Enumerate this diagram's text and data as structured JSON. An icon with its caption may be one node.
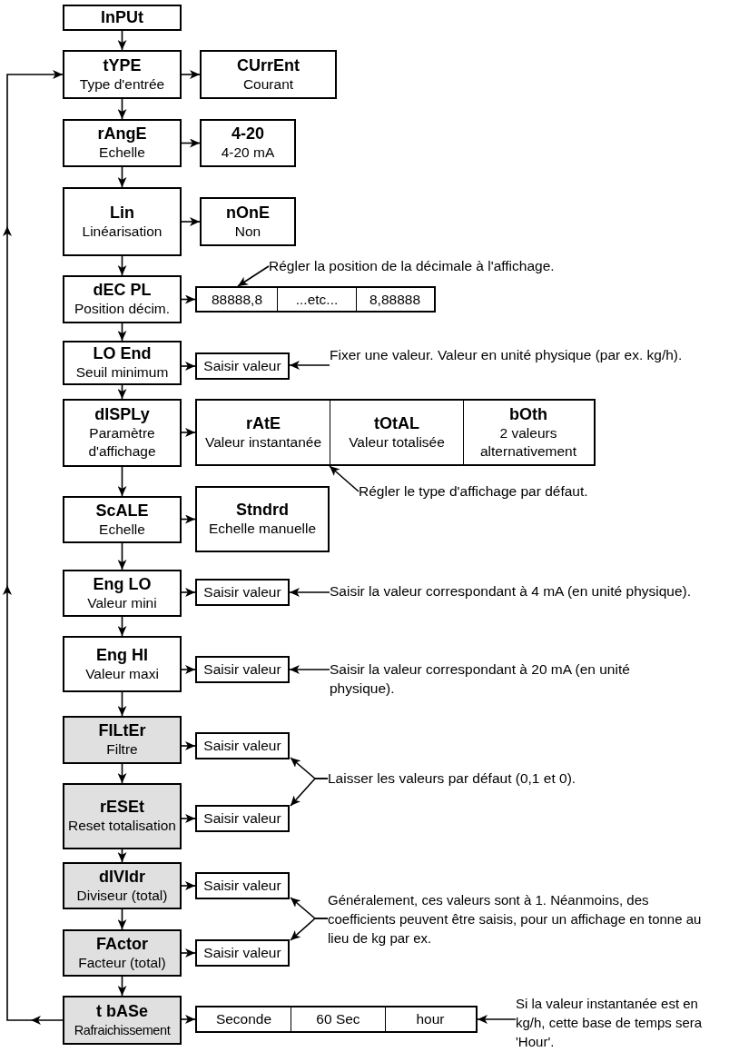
{
  "diagram": {
    "nodes": [
      {
        "text": [
          "InPUt"
        ]
      },
      {
        "text": [
          "tYPE",
          "Type d'entrée"
        ]
      },
      {
        "text": [
          "CUrrEnt",
          "Courant"
        ]
      },
      {
        "text": [
          "rAngE",
          "Echelle"
        ]
      },
      {
        "text": [
          "4-20",
          "4-20 mA"
        ]
      },
      {
        "text": [
          "Lin",
          "Linéarisation"
        ]
      },
      {
        "text": [
          "nOnE",
          "Non"
        ]
      },
      {
        "text": [
          "dEC PL",
          "Position décim."
        ]
      },
      {
        "text": [],
        "shape": "box"
      },
      {
        "text": [
          "88888,8"
        ],
        "in": 8
      },
      {
        "text": [
          "...etc..."
        ],
        "in": 8
      },
      {
        "text": [
          "8,88888"
        ],
        "in": 8
      },
      {
        "text": [
          "Régler la position de la décimale à l'affichage."
        ]
      },
      {
        "text": [
          "LO End",
          "Seuil minimum"
        ]
      },
      {
        "text": [
          "Saisir valeur"
        ]
      },
      {
        "text": [
          "Fixer une valeur. Valeur en unité physique (par ex. kg/h)."
        ]
      },
      {
        "text": [
          "dISPLy",
          "Paramètre d'affichage"
        ]
      },
      {
        "text": [],
        "shape": "box"
      },
      {
        "text": [
          "rAtE",
          "Valeur instantanée"
        ],
        "in": 17
      },
      {
        "text": [
          "tOtAL",
          "Valeur totalisée"
        ],
        "in": 17
      },
      {
        "text": [
          "bOth",
          "2 valeurs alternativement"
        ],
        "in": 17
      },
      {
        "text": [
          "Régler le type d'affichage par défaut."
        ]
      },
      {
        "text": [
          "ScALE",
          "Echelle"
        ]
      },
      {
        "text": [
          "Stndrd",
          "Echelle manuelle"
        ]
      },
      {
        "text": [
          "Eng LO",
          "Valeur mini"
        ]
      },
      {
        "text": [
          "Saisir valeur"
        ]
      },
      {
        "text": [
          "Saisir la valeur correspondant à 4 mA (en unité physique)."
        ]
      },
      {
        "text": [
          "Eng HI",
          "Valeur maxi"
        ]
      },
      {
        "text": [
          "Saisir valeur"
        ]
      },
      {
        "text": [
          "Saisir la valeur correspondant à 20 mA (en unité physique)."
        ]
      },
      {
        "text": [
          "FILtEr",
          "Filtre"
        ]
      },
      {
        "text": [
          "Saisir valeur"
        ]
      },
      {
        "text": [
          "Laisser les valeurs par défaut (0,1 et 0)."
        ]
      },
      {
        "text": [
          "rESEt",
          "Reset totalisation"
        ]
      },
      {
        "text": [
          "Saisir valeur"
        ]
      },
      {
        "text": [
          "dIVIdr",
          "Diviseur (total)"
        ]
      },
      {
        "text": [
          "Saisir valeur"
        ]
      },
      {
        "text": [
          "Généralement, ces valeurs sont à 1. Néanmoins, des coefficients peuvent être saisis, pour un affichage en tonne au lieu de kg par ex."
        ]
      },
      {
        "text": [
          "FActor",
          "Facteur (total)"
        ]
      },
      {
        "text": [
          "Saisir valeur"
        ]
      },
      {
        "text": [
          "t bASe",
          "Rafraichissement"
        ]
      },
      {
        "text": [],
        "shape": "box"
      },
      {
        "text": [
          "Seconde"
        ],
        "in": 41
      },
      {
        "text": [
          "60 Sec"
        ],
        "in": 41
      },
      {
        "text": [
          "hour"
        ],
        "in": 41
      },
      {
        "text": [
          "Si la valeur instantanée est en kg/h, cette base de temps sera 'Hour'."
        ]
      }
    ],
    "edges": [
      {
        "from": 0,
        "to": 1,
        "arrow": "to"
      },
      {
        "from": 1,
        "to": 2,
        "arrow": "to"
      },
      {
        "from": 1,
        "to": 3,
        "arrow": "to"
      },
      {
        "from": 3,
        "to": 4,
        "arrow": "to"
      },
      {
        "from": 3,
        "to": 5,
        "arrow": "to"
      },
      {
        "from": 5,
        "to": 6,
        "arrow": "to"
      },
      {
        "from": 5,
        "to": 7,
        "arrow": "to"
      },
      {
        "from": 7,
        "to": 8,
        "arrow": "to"
      },
      {
        "from": 12,
        "to": 8,
        "arrow": "to"
      },
      {
        "from": 7,
        "to": 13,
        "arrow": "to"
      },
      {
        "from": 13,
        "to": 14,
        "arrow": "to"
      },
      {
        "from": 15,
        "to": 14,
        "arrow": "to"
      },
      {
        "from": 13,
        "to": 16,
        "arrow": "to"
      },
      {
        "from": 16,
        "to": 17,
        "arrow": "to"
      },
      {
        "from": 21,
        "to": 17,
        "arrow": "to"
      },
      {
        "from": 16,
        "to": 22,
        "arrow": "to"
      },
      {
        "from": 22,
        "to": 23,
        "arrow": "to"
      },
      {
        "from": 22,
        "to": 24,
        "arrow": "to"
      },
      {
        "from": 24,
        "to": 25,
        "arrow": "to"
      },
      {
        "from": 26,
        "to": 25,
        "arrow": "to"
      },
      {
        "from": 24,
        "to": 27,
        "arrow": "to"
      },
      {
        "from": 27,
        "to": 28,
        "arrow": "to"
      },
      {
        "from": 29,
        "to": 28,
        "arrow": "to"
      },
      {
        "from": 27,
        "to": 30,
        "arrow": "to"
      },
      {
        "from": 30,
        "to": 31,
        "arrow": "to"
      },
      {
        "from": 32,
        "to": 31,
        "arrow": "to"
      },
      {
        "from": 32,
        "to": 34,
        "arrow": "to"
      },
      {
        "from": 30,
        "to": 33,
        "arrow": "to"
      },
      {
        "from": 33,
        "to": 34,
        "arrow": "to"
      },
      {
        "from": 33,
        "to": 35,
        "arrow": "to"
      },
      {
        "from": 35,
        "to": 36,
        "arrow": "to"
      },
      {
        "from": 37,
        "to": 36,
        "arrow": "to"
      },
      {
        "from": 37,
        "to": 39,
        "arrow": "to"
      },
      {
        "from": 35,
        "to": 38,
        "arrow": "to"
      },
      {
        "from": 38,
        "to": 39,
        "arrow": "to"
      },
      {
        "from": 38,
        "to": 40,
        "arrow": "to"
      },
      {
        "from": 40,
        "to": 41,
        "arrow": "to"
      },
      {
        "from": 45,
        "to": 41,
        "arrow": "to"
      },
      {
        "from": 40,
        "to": 1,
        "arrow": "to"
      }
    ]
  }
}
